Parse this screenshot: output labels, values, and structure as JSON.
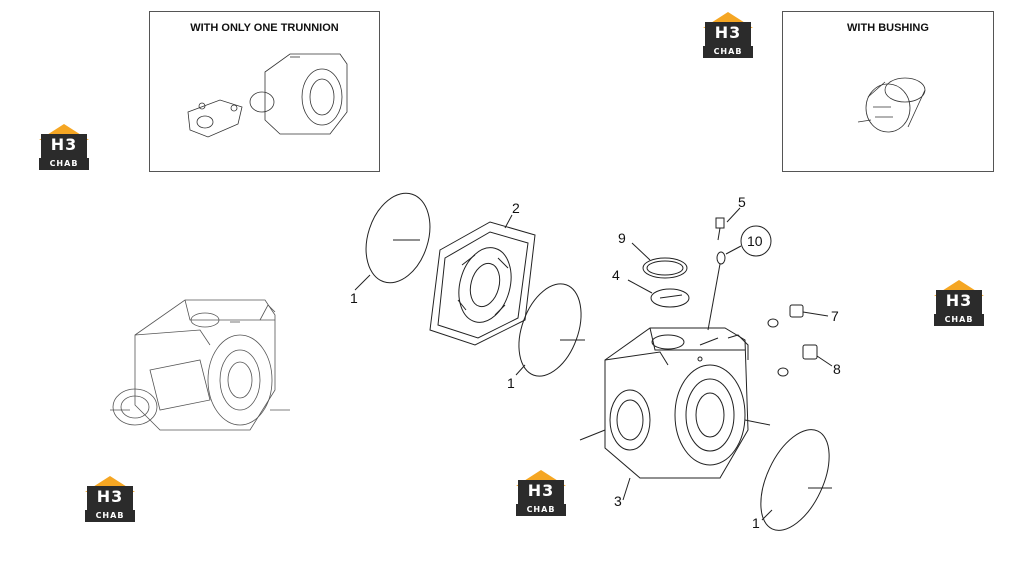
{
  "insets": {
    "trunnion_title": "WITH ONLY ONE TRUNNION",
    "bushing_title": "WITH BUSHING"
  },
  "callouts": {
    "c1a": "1",
    "c1b": "1",
    "c1c": "1",
    "c2": "2",
    "c3": "3",
    "c4": "4",
    "c5": "5",
    "c7": "7",
    "c8": "8",
    "c9": "9",
    "c10": "10"
  },
  "logo": {
    "top_text": "H3",
    "bottom_text": "CHAB"
  },
  "colors": {
    "line": "#222222",
    "logo_orange": "#f5a623",
    "logo_dark": "#2b2b2b"
  }
}
